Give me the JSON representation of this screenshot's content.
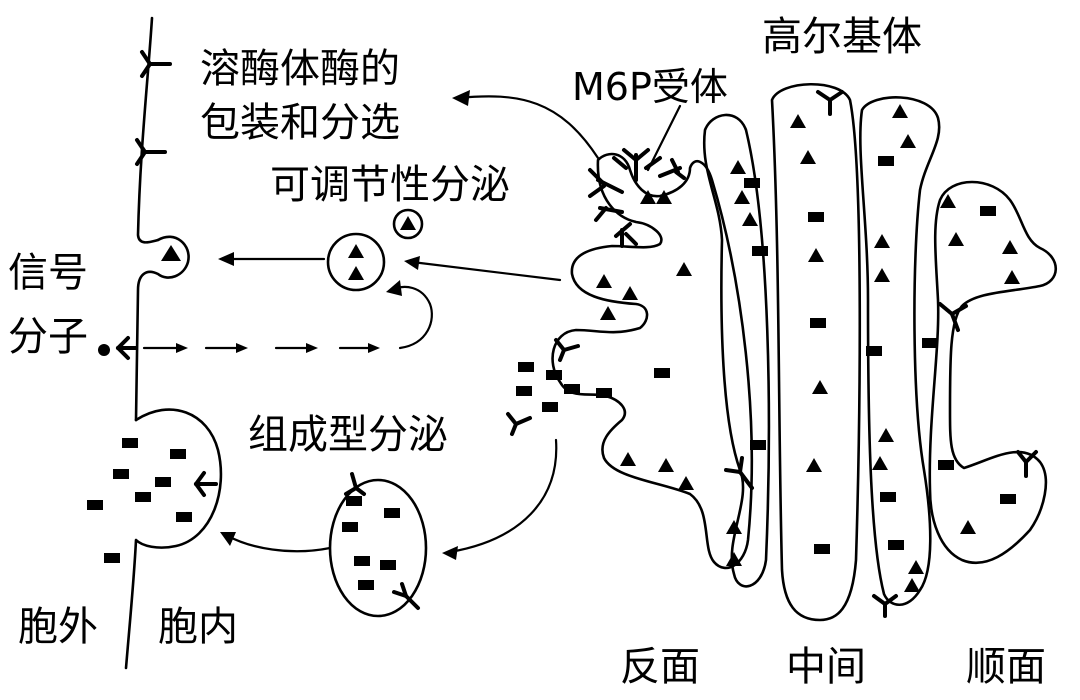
{
  "labels": {
    "golgi": "高尔基体",
    "m6p_receptor": "M6P受体",
    "lysosome_line1": "溶酶体酶的",
    "lysosome_line2": "包装和分选",
    "regulated_secretion": "可调节性分泌",
    "signal_line1": "信号",
    "signal_line2": "分子",
    "constitutive_secretion": "组成型分泌",
    "outside": "胞外",
    "inside": "胞内",
    "trans_face": "反面",
    "medial": "中间",
    "cis_face": "顺面"
  },
  "icons": {
    "cargo_triangle": "triangle-icon",
    "cargo_square": "square-icon",
    "receptor": "y-receptor-icon",
    "signal_molecule": "dot-icon"
  },
  "colors": {
    "ink": "#000000",
    "background": "#ffffff"
  }
}
